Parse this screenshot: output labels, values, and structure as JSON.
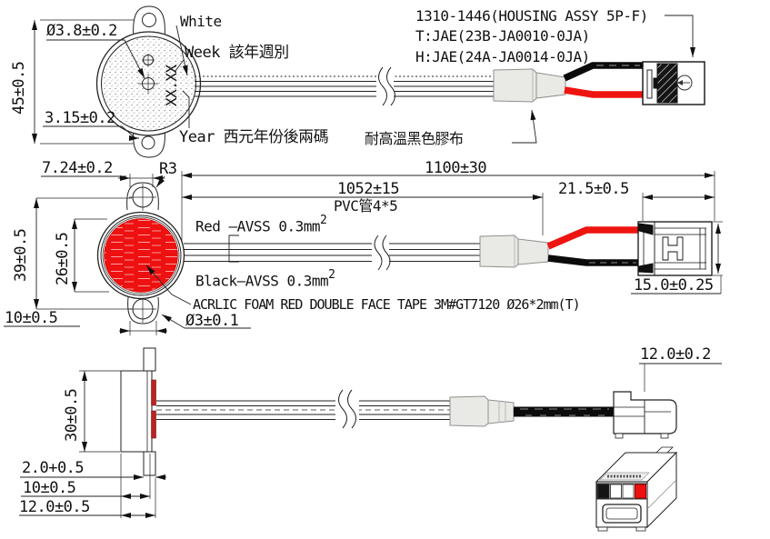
{
  "drawing": {
    "colors": {
      "wire_red": "#ee1511",
      "wire_black": "#0b0b0b",
      "sleeve_gray": "#e9e9e5",
      "disc_red": "#ee1111",
      "tape_red": "#b92323"
    },
    "top_view": {
      "dim_hole_dia": "Ø3.8±0.2",
      "dim_height": "45±0.5",
      "dim_hole_offset": "3.15±0.2",
      "wire_label": "White",
      "week_label": "Week 該年週別",
      "year_label": "Year 西元年份後兩碼",
      "date_code": "XX.XX",
      "tape_label": "耐高溫黑色膠布",
      "housing_lines": [
        "1310-1446(HOUSING ASSY 5P-F)",
        "T:JAE(23B-JA0010-0JA)",
        "H:JAE(24A-JA0014-0JA)"
      ]
    },
    "middle_view": {
      "dim_ear_width": "7.24±0.2",
      "fillet_label": "R3",
      "dim_total": "1100±30",
      "dim_tube": "1052±15",
      "pvc_label": "PVC管4*5",
      "dim_conn_offset": "21.5±0.5",
      "red_wire_label": "Red —AVSS 0.3mm",
      "black_wire_label": "Black—AVSS 0.3mm",
      "wire_sup": "2",
      "dim_height": "39±0.5",
      "dim_disc": "26±0.5",
      "dim_ear_bottom": "10±0.5",
      "dim_hole": "Ø3±0.1",
      "foam_label": "ACRLIC FOAM RED DOUBLE FACE TAPE 3M#GT7120 Ø26*2mm(T)",
      "dim_conn_width": "15.0±0.25"
    },
    "bottom_view": {
      "dim_body": "30±0.5",
      "dim_tab": "2.0+0.5",
      "dim_ten": "10±0.5",
      "dim_twelve": "12.0±0.5",
      "dim_conn": "12.0±0.2"
    }
  }
}
